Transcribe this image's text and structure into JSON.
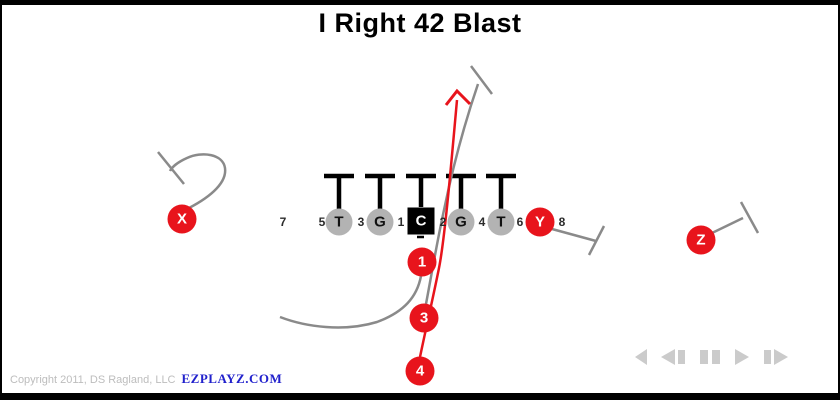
{
  "title": "I Right 42 Blast",
  "diagram": {
    "gap_numbers": [
      "7",
      "5",
      "3",
      "1",
      "2",
      "4",
      "6",
      "8"
    ],
    "linemen": [
      "T",
      "G",
      "C",
      "G",
      "T"
    ],
    "tight_end": "Y",
    "receivers": [
      "X",
      "Z"
    ],
    "backs": [
      "1",
      "3",
      "4"
    ],
    "routes": [
      "x-hook-block",
      "qb-rollout-left",
      "fb-lead-block-2-hole",
      "tb-run-2-hole",
      "y-block-out",
      "z-block-out"
    ]
  },
  "colors": {
    "player_red": "#e8141c",
    "player_gray": "#b3b3b3",
    "route_gray": "#8a8a8a",
    "ink_black": "#000000",
    "link_blue": "#2121cc",
    "copyright_gray": "#bdbdbd",
    "control_gray": "#cbcbcb"
  },
  "footer": {
    "copyright": "Copyright 2011, DS Ragland, LLC",
    "brand": "EZPLAYZ.COM"
  },
  "controls": {
    "icons": [
      "skip-back-icon",
      "step-back-icon",
      "pause-icon",
      "play-icon",
      "step-forward-icon"
    ]
  }
}
